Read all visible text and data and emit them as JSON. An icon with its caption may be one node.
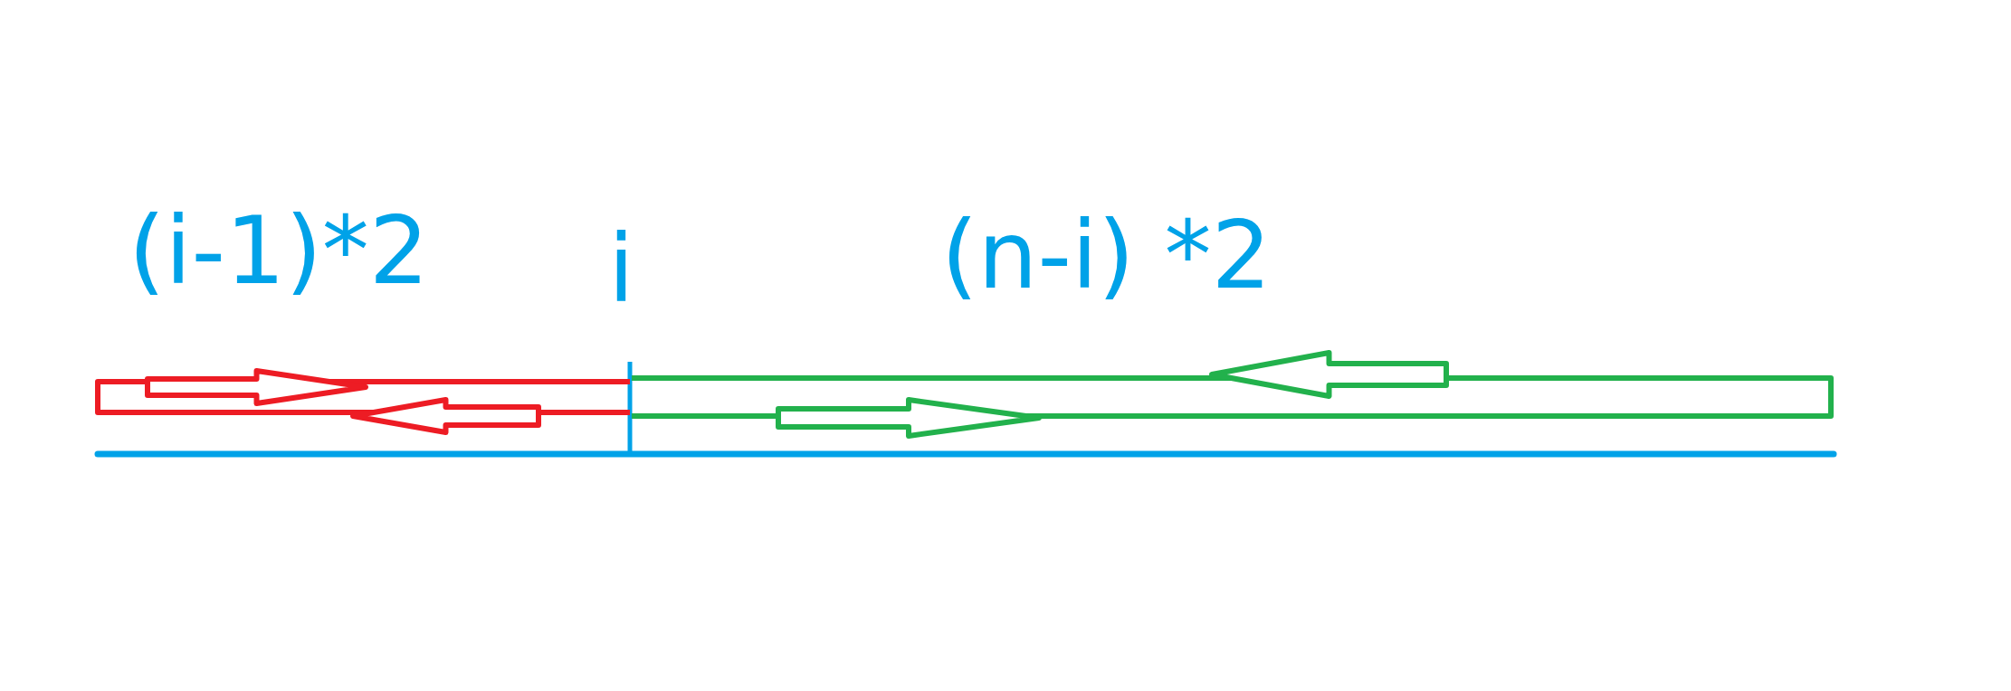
{
  "diagram": {
    "labels": [
      "(i-1)*2",
      "i",
      "(n-i) *2"
    ]
  }
}
